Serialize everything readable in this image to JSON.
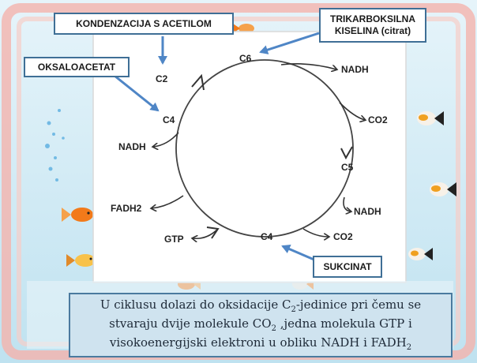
{
  "labels": {
    "kondenzacija": "KONDENZACIJA S ACETILOM",
    "trikarboksilna_line1": "TRIKARBOKSILNA",
    "trikarboksilna_line2": "KISELINA (citrat)",
    "oksaloacetat": "OKSALOACETAT",
    "sukcinat": "SUKCINAT"
  },
  "cycle": {
    "c6": "C6",
    "c2": "C2",
    "c4_left": "C4",
    "c5": "C5",
    "c4_bottom": "C4"
  },
  "products": {
    "nadh_top": "NADH",
    "co2_right": "CO2",
    "nadh_right": "NADH",
    "co2_bottom": "CO2",
    "gtp": "GTP",
    "fadh2": "FADH2",
    "nadh_left": "NADH"
  },
  "caption": {
    "l1_a": "U ciklusu dolazi do oksidacije C",
    "l1_sub": "2",
    "l1_b": "-jedinice pri čemu se",
    "l2_a": "stvaraju dvije molekule CO",
    "l2_sub": "2",
    "l2_b": " ,jedna molekula GTP i",
    "l3_a": "visokoenergijski elektroni u obliku NADH i FADH",
    "l3_sub": "2"
  },
  "colors": {
    "box_border": "#3f6f96",
    "pointer_arrow": "#4f86c6",
    "frame": "#f2a7a0"
  }
}
